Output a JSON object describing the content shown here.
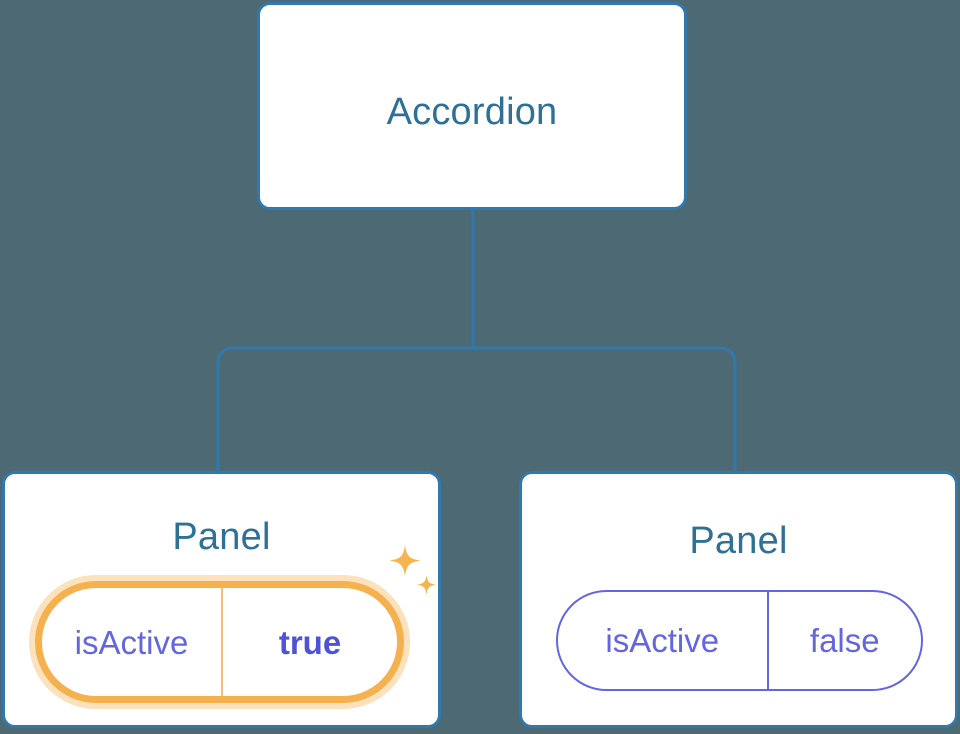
{
  "diagram": {
    "type": "component-tree",
    "background_color": "#4d6974",
    "connector_color": "#3178ac",
    "card_border_color": "#3178ac",
    "title_color": "#2d7197",
    "prop_text_color": "#6366e0",
    "highlight_color": "#f5b14e",
    "highlight_glow_color": "#fad9a6",
    "root": {
      "title": "Accordion"
    },
    "children": [
      {
        "title": "Panel",
        "highlighted": true,
        "prop": {
          "key": "isActive",
          "value": "true"
        },
        "sparkle_large": "sparkle-icon",
        "sparkle_small": "sparkle-icon"
      },
      {
        "title": "Panel",
        "highlighted": false,
        "prop": {
          "key": "isActive",
          "value": "false"
        }
      }
    ]
  }
}
